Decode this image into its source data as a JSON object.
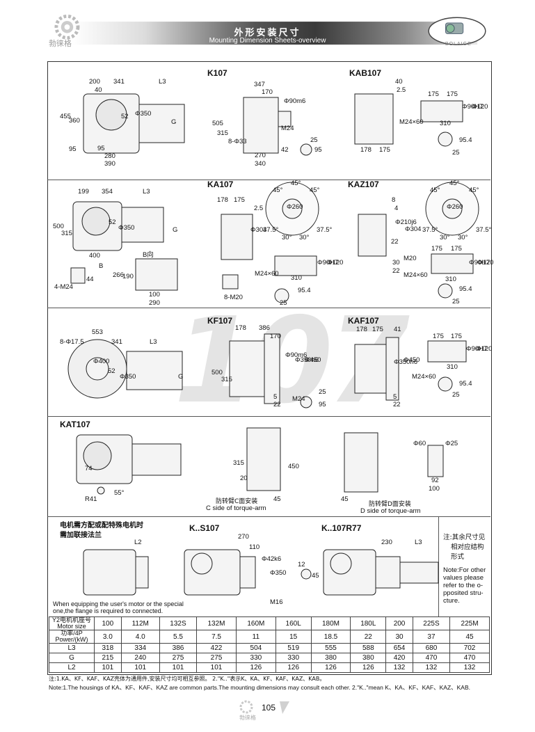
{
  "header": {
    "brand_cn": "勃徕格",
    "title_cn": "外形安装尺寸",
    "title_en": "Mounting Dimension Sheets-overview",
    "logo_text": "BOLAIGE"
  },
  "sections": {
    "k107": {
      "title": "K107",
      "dims": [
        "200",
        "341",
        "L3",
        "40",
        "455",
        "360",
        "95",
        "Φ350",
        "52",
        "G",
        "95",
        "280",
        "390",
        "347",
        "170",
        "Φ90m6",
        "505",
        "315",
        "8-Φ33",
        "M24",
        "25",
        "42",
        "270",
        "340",
        "95"
      ]
    },
    "kab107": {
      "title": "KAB107",
      "dims": [
        "40",
        "2.5",
        "175",
        "175",
        "Φ90H7",
        "Φ120",
        "M24×60",
        "310",
        "25",
        "95.4",
        "178",
        "175"
      ]
    },
    "ka107": {
      "title": "KA107",
      "dims": [
        "199",
        "354",
        "L3",
        "500",
        "315",
        "52",
        "Φ350",
        "G",
        "400",
        "B",
        "B向",
        "266",
        "190",
        "100",
        "290",
        "4-M24",
        "44",
        "178",
        "175",
        "2.5",
        "Φ304",
        "8-M20",
        "45°",
        "45°",
        "45°",
        "Φ260",
        "37.5°",
        "30°",
        "30°",
        "37.5°",
        "M24×60",
        "310",
        "Φ90H7",
        "Φ120",
        "25",
        "95.4"
      ]
    },
    "kaz107": {
      "title": "KAZ107",
      "dims": [
        "8",
        "4",
        "45°",
        "45°",
        "45°",
        "Φ260",
        "Φ210j6",
        "Φ304",
        "22",
        "37.5°",
        "30°",
        "30°",
        "37.5°",
        "M20",
        "30",
        "22",
        "175",
        "175",
        "Φ90H7",
        "Φ120",
        "M24×60",
        "310",
        "25",
        "95.4"
      ]
    },
    "kf107": {
      "title": "KF107",
      "dims": [
        "553",
        "8-Φ17.5",
        "341",
        "L3",
        "Φ400",
        "52",
        "Φ350",
        "G",
        "178",
        "386",
        "170",
        "Φ90m6",
        "Φ350h6",
        "Φ450",
        "500",
        "315",
        "5",
        "22",
        "M24",
        "25",
        "95"
      ]
    },
    "kaf107": {
      "title": "KAF107",
      "dims": [
        "178",
        "175",
        "41",
        "Φ350h6",
        "Φ450",
        "5",
        "22",
        "175",
        "175",
        "Φ90H7",
        "Φ120",
        "M24×60",
        "310",
        "25",
        "95.4"
      ]
    },
    "kat107": {
      "title": "KAT107",
      "dims": [
        "74",
        "R41",
        "55°",
        "315",
        "20",
        "450",
        "45",
        "45",
        "Φ60",
        "Φ25",
        "92",
        "100"
      ],
      "c_side_cn": "防转臂C面安装",
      "c_side_en": "C side of torque-arm",
      "d_side_cn": "防转臂D面安装",
      "d_side_en": "D side of torque-arm"
    },
    "motor_note": {
      "cn_line1": "电机需方配或配特殊电机时",
      "cn_line2": "需加联接法兰",
      "en_line1": "When equipping the user's motor or the special",
      "en_line2": "one,the flange is required to connected."
    },
    "ks107": {
      "title": "K..S107",
      "dims": [
        "L2",
        "270",
        "110",
        "Φ42k6",
        "Φ350",
        "12",
        "45",
        "M16"
      ]
    },
    "k107r77": {
      "title": "K..107R77",
      "dims": [
        "230",
        "L3"
      ]
    },
    "side_note": {
      "cn": [
        "注:其余尺寸见",
        "相对应结构",
        "形式"
      ],
      "en": [
        "Note:For other",
        "values please",
        "refer to the o-",
        "pposited stru-",
        "cture."
      ]
    },
    "watermark": "107"
  },
  "table": {
    "header_label_1": "Y2电机机座号",
    "header_label_2": "Motor size",
    "sizes": [
      "100",
      "112M",
      "132S",
      "132M",
      "160M",
      "160L",
      "180M",
      "180L",
      "200",
      "225S",
      "225M"
    ],
    "power_label_1": "功率/4P",
    "power_label_2": "Power/(kW)",
    "power": [
      "3.0",
      "4.0",
      "5.5",
      "7.5",
      "11",
      "15",
      "18.5",
      "22",
      "30",
      "37",
      "45"
    ],
    "rows": [
      {
        "label": "L3",
        "values": [
          "318",
          "334",
          "386",
          "422",
          "504",
          "519",
          "555",
          "588",
          "654",
          "680",
          "702"
        ]
      },
      {
        "label": "G",
        "values": [
          "215",
          "240",
          "275",
          "275",
          "330",
          "330",
          "380",
          "380",
          "420",
          "470",
          "470"
        ]
      },
      {
        "label": "L2",
        "values": [
          "101",
          "101",
          "101",
          "101",
          "126",
          "126",
          "126",
          "126",
          "132",
          "132",
          "132"
        ]
      }
    ]
  },
  "notes": {
    "cn": "注:1.KA、KF、KAF、KAZ壳体为通用件,安装尺寸均可相互参照。  2.\"K..\"表示K、KA、KF、KAF、KAZ、KAB。",
    "en": "Note:1.The housings of KA、KF、KAF、KAZ are common parts.The mounting dimensions may consult each other. 2.\"K..\"mean K、KA、KF、KAF、KAZ、KAB."
  },
  "footer": {
    "page_number": "105",
    "brand_cn": "勃徕格"
  },
  "colors": {
    "header_dark": "#3a3a3a",
    "header_light": "#e6e6e6",
    "watermark": "#e2e2e2",
    "line": "#222222"
  }
}
